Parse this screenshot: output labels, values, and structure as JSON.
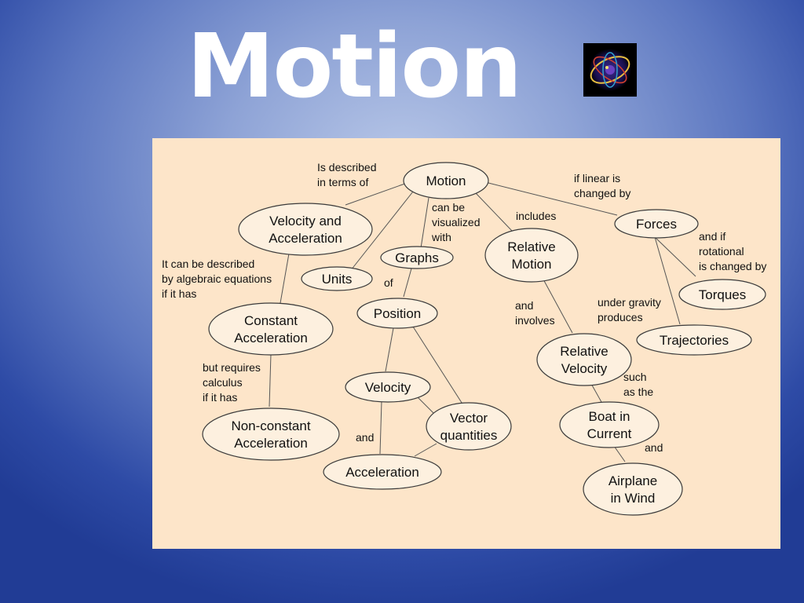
{
  "slide": {
    "title": "Motion",
    "logo_icon": "orbit-logo-icon"
  },
  "diagram": {
    "nodes": {
      "motion": [
        "Motion"
      ],
      "vel_acc": [
        "Velocity and",
        "Acceleration"
      ],
      "units": [
        "Units"
      ],
      "graphs": [
        "Graphs"
      ],
      "rel_motion": [
        "Relative",
        "Motion"
      ],
      "forces": [
        "Forces"
      ],
      "const_acc": [
        "Constant",
        "Acceleration"
      ],
      "position": [
        "Position"
      ],
      "torques": [
        "Torques"
      ],
      "trajectories": [
        "Trajectories"
      ],
      "rel_velocity": [
        "Relative",
        "Velocity"
      ],
      "velocity": [
        "Velocity"
      ],
      "nonconst_acc": [
        "Non-constant",
        "Acceleration"
      ],
      "vector_q": [
        "Vector",
        "quantities"
      ],
      "boat": [
        "Boat in",
        "Current"
      ],
      "acceleration": [
        "Acceleration"
      ],
      "airplane": [
        "Airplane",
        "in Wind"
      ]
    },
    "labels": {
      "described": [
        "Is described",
        "in terms of"
      ],
      "linear": [
        "if linear is",
        "changed by"
      ],
      "visualized": [
        "can be",
        "visualized",
        "with"
      ],
      "includes": [
        "includes"
      ],
      "rotational": [
        "and if",
        "rotational",
        "is changed by"
      ],
      "algebraic": [
        "It can be described",
        "by algebraic equations",
        "if it has"
      ],
      "of": [
        "of"
      ],
      "gravity": [
        "under gravity",
        "produces"
      ],
      "involves": [
        "and",
        "involves"
      ],
      "calculus": [
        "but requires",
        "calculus",
        "if it has"
      ],
      "such": [
        "such",
        "as the"
      ],
      "and_acc": [
        "and"
      ],
      "and_air": [
        "and"
      ]
    }
  }
}
